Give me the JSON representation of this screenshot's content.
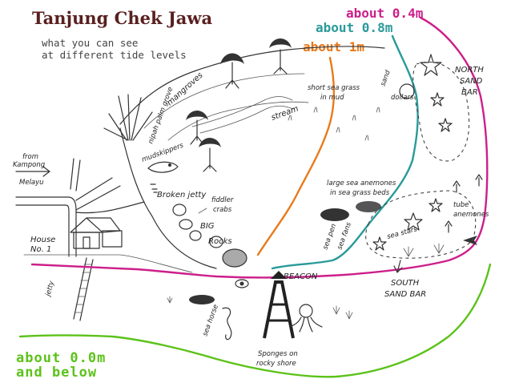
{
  "title": "Tanjung Chek Jawa",
  "subtitle": [
    "what you can see",
    "at different tide levels"
  ],
  "tide_levels": [
    {
      "label": "about 0.4m",
      "color": "#cc1f8a"
    },
    {
      "label": "about 0.8m",
      "color": "#2a9a9a"
    },
    {
      "label": "about 1m",
      "color": "#e87a1c"
    },
    {
      "label_lines": [
        "about 0.0m",
        "and below"
      ],
      "color": "#5cc21a"
    }
  ],
  "places": {
    "north_sand_bar": [
      "NORTH",
      "SAND",
      "BAR"
    ],
    "south_sand_bar": [
      "SOUTH",
      "SAND BAR"
    ],
    "beacon": "BEACON",
    "house": [
      "House",
      "No. 1"
    ],
    "from_kampong": [
      "from",
      "Kampong",
      "Melayu"
    ],
    "jetty": "jetty",
    "stream": "stream",
    "mangroves": "mangroves",
    "nipah_palm_grove": "nipah palm grove",
    "broken_jetty": "Broken jetty",
    "big_rocks": [
      "BIG",
      "Rocks"
    ]
  },
  "habitats": {
    "short_sea_grass": [
      "short sea grass",
      "in mud"
    ],
    "sand_dollars": [
      "sand",
      "dollars"
    ],
    "large_anemones": [
      "large sea anemones",
      "in sea grass beds"
    ],
    "tube_anemones": [
      "tube",
      "anemones"
    ],
    "sea_stars": "sea stars",
    "sea_fans": "sea fans",
    "fiddler_crabs": [
      "fiddler",
      "crabs"
    ],
    "mudskippers": "mudskippers",
    "sea_horse": "sea horse",
    "sponges": [
      "Sponges on",
      "rocky shore"
    ],
    "sea_pen": "sea pen"
  }
}
